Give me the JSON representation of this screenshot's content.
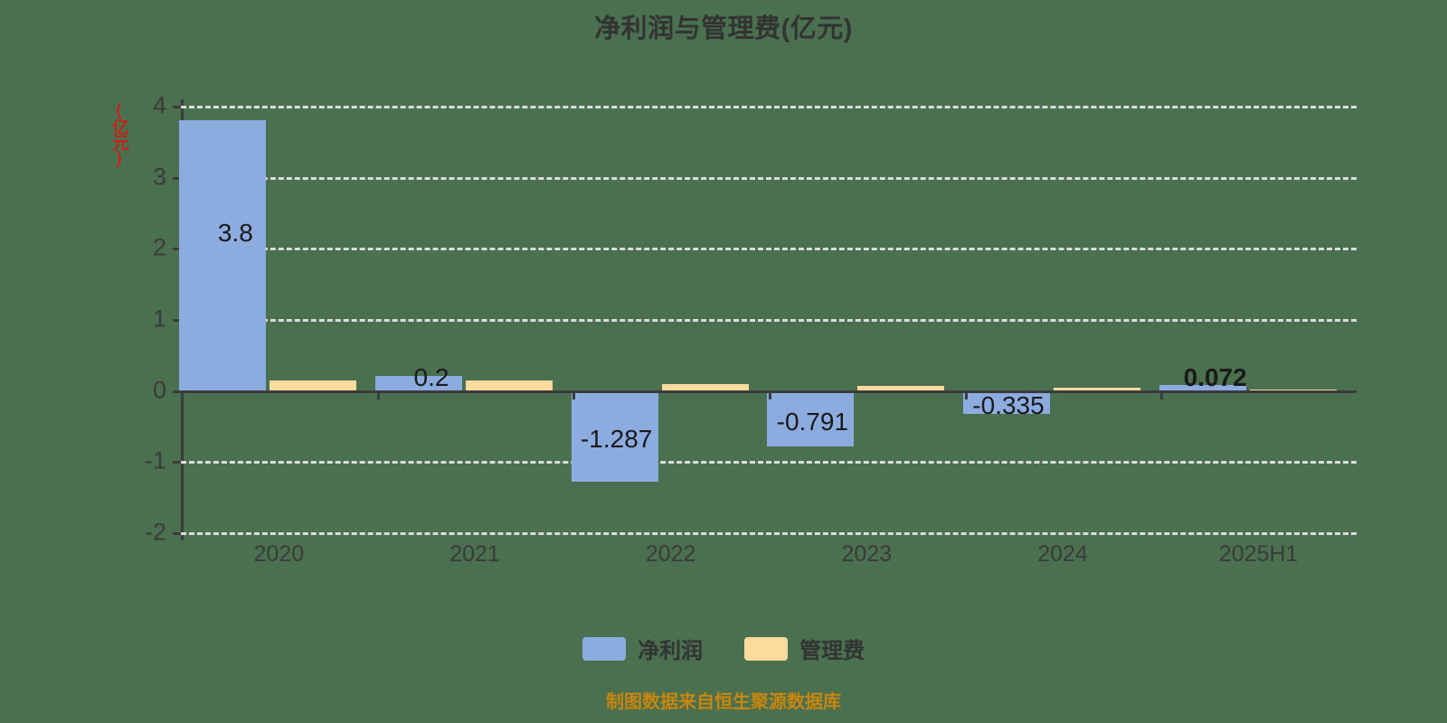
{
  "chart_data": {
    "type": "bar",
    "title": "净利润与管理费(亿元)",
    "xlabel": "",
    "ylabel": "(亿元)",
    "ylim": [
      -2,
      4
    ],
    "yticks": [
      "4",
      "3",
      "2",
      "1",
      "0",
      "-1",
      "-2"
    ],
    "ytick_values": [
      4,
      3,
      2,
      1,
      0,
      -1,
      -2
    ],
    "grid": true,
    "grid_style": "dashed-horizontal",
    "legend_position": "bottom-center",
    "categories": [
      "2020",
      "2021",
      "2022",
      "2023",
      "2024",
      "2025H1"
    ],
    "series": [
      {
        "name": "净利润",
        "color": "#8cabde",
        "values": [
          3.8,
          0.2,
          -1.287,
          -0.791,
          -0.335,
          0.072
        ],
        "labels": [
          "3.8",
          "0.2",
          "-1.287",
          "-0.791",
          "-0.335",
          "0.072"
        ]
      },
      {
        "name": "管理费",
        "color": "#fcdb9c",
        "values": [
          0.14,
          0.13,
          0.08,
          0.055,
          0.04,
          0.012
        ],
        "labels": [
          "",
          "",
          "",
          "",
          "",
          ""
        ]
      }
    ],
    "annotations": {
      "footer": "制图数据来自恒生聚源数据库"
    }
  },
  "colors": {
    "background": "#4a7050",
    "title": "#333333",
    "axis": "#3b3b3b",
    "gridline": "#dcdcdc",
    "series_net_profit": "#8cabde",
    "series_admin_fee": "#fcdb9c",
    "y_axis_title": "#ff0000",
    "footer": "#c8860d"
  },
  "legend": {
    "items": [
      {
        "label": "净利润",
        "color": "#8cabde"
      },
      {
        "label": "管理费",
        "color": "#fcdb9c"
      }
    ]
  },
  "footer": {
    "text": "制图数据来自恒生聚源数据库"
  }
}
